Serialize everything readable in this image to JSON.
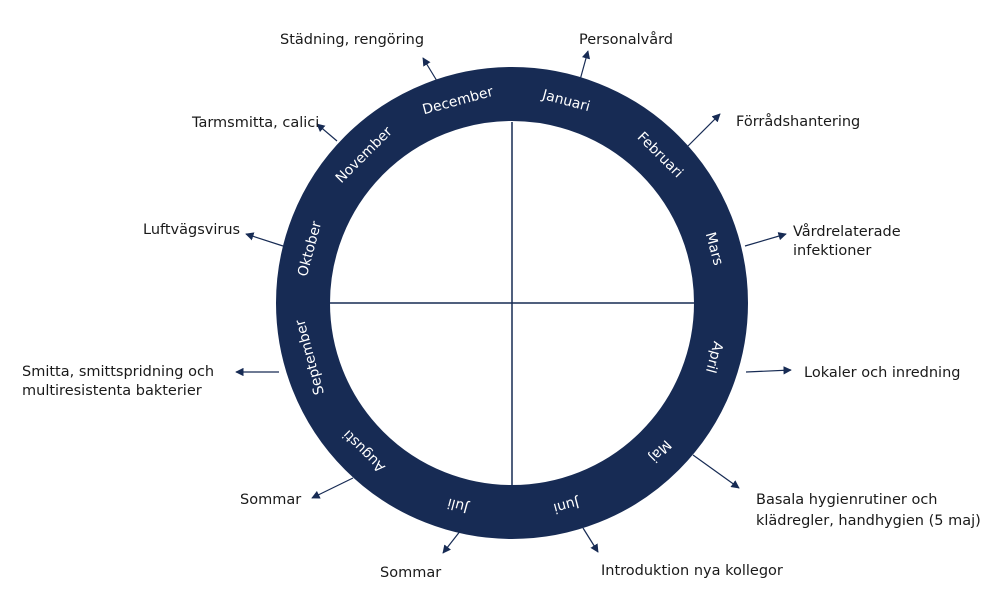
{
  "colors": {
    "ring": "#172b54",
    "text": "#1a1a1a",
    "month_text": "#ffffff"
  },
  "months": [
    "Januari",
    "Februari",
    "Mars",
    "April",
    "Maj",
    "Juni",
    "Juli",
    "Augusti",
    "September",
    "Oktober",
    "November",
    "December"
  ],
  "topics": {
    "januari": [
      "Personalvård"
    ],
    "februari": [
      "Förrådshantering"
    ],
    "mars": [
      "Vårdrelaterade",
      "infektioner"
    ],
    "april": [
      "Lokaler och inredning"
    ],
    "maj": [
      "Basala hygienrutiner och",
      "klädregler, handhygien (5 maj)"
    ],
    "juni": [
      "Introduktion nya kollegor"
    ],
    "juli": [
      "Sommar"
    ],
    "augusti": [
      "Sommar"
    ],
    "september": [
      "Smitta, smittspridning och",
      "multiresistenta bakterier"
    ],
    "oktober": [
      "Luftvägsvirus"
    ],
    "november": [
      "Tarmsmitta, calici"
    ],
    "december": [
      "Städning, rengöring"
    ]
  }
}
